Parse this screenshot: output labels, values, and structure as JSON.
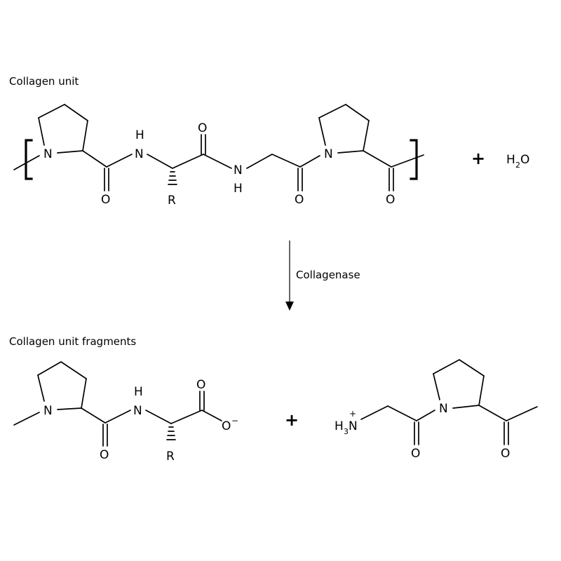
{
  "captions": {
    "collagen_unit": "Collagen unit",
    "fragments": "Collagen unit fragments"
  },
  "reaction": {
    "enzyme": "Collagenase",
    "plus_sign": "+",
    "water": {
      "symbol": "H",
      "subscript": "2",
      "tail": "O"
    }
  },
  "atoms": {
    "nitrogen": "N",
    "oxygen": "O",
    "hydrogen": "H",
    "side_chain": "R",
    "negative_charge": "−",
    "positive_charge": "+",
    "ammonium": {
      "symbol": "H",
      "subscript": "3",
      "tail": "N"
    }
  },
  "icons": {
    "arrow": "down-arrow-icon",
    "wedge": "hashed-wedge-bond-icon"
  }
}
